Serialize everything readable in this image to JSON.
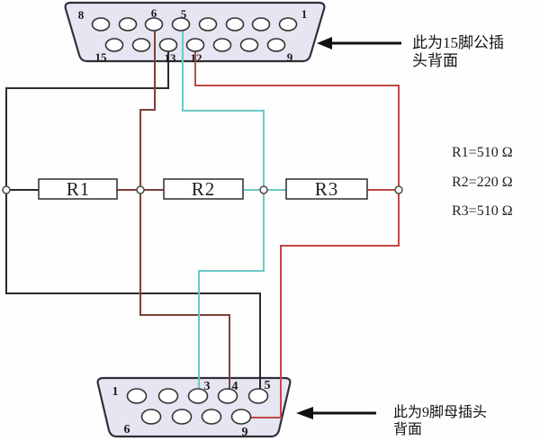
{
  "colors": {
    "wire_black": "#2b2b2b",
    "wire_dark_red": "#7e4038",
    "wire_red": "#c04848",
    "wire_cyan": "#6cc8c4",
    "connector_fill": "#e6e6f2",
    "connector_stroke": "#2f2f3a",
    "pin_label_red": "#c0394b",
    "text_black": "#1a1a1a"
  },
  "top_connector": {
    "note": {
      "line1": "此为15脚公插",
      "line2": "头背面"
    },
    "pin_labels": {
      "p8": "8",
      "p6": "6",
      "p5": "5",
      "p1": "1",
      "p15": "15",
      "p13": "13",
      "p12": "12",
      "p9": "9"
    }
  },
  "bottom_connector": {
    "note": {
      "line1": "此为9脚母插头",
      "line2": "背面"
    },
    "pin_labels": {
      "p1": "1",
      "p3": "3",
      "p4": "4",
      "p5": "5",
      "p6": "6",
      "p9": "9"
    }
  },
  "resistors": {
    "r1": {
      "label": "R1",
      "value": "R1=510 Ω"
    },
    "r2": {
      "label": "R2",
      "value": "R2=220 Ω"
    },
    "r3": {
      "label": "R3",
      "value": "R3=510 Ω"
    }
  },
  "connections": [
    {
      "wire_color": "black",
      "path": "DB15 pin 13 → left rail → R1 left terminal → DB9 pin 5"
    },
    {
      "wire_color": "dark-red",
      "path": "DB15 pin 6 → R1/R2 junction → DB9 pin 4"
    },
    {
      "wire_color": "cyan",
      "path": "DB15 pin 5 → R2/R3 junction → DB9 pin 3"
    },
    {
      "wire_color": "red",
      "path": "DB15 pin 12 → R3 right terminal → DB9 pin 9"
    }
  ]
}
